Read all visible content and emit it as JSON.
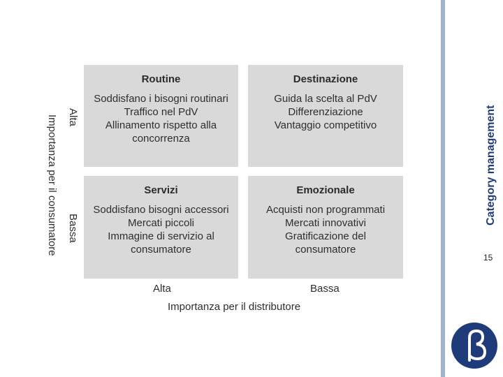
{
  "matrix": {
    "cells": [
      {
        "title": "Routine",
        "lines": [
          "Soddisfano i bisogni routinari",
          "Traffico nel PdV",
          "Allinamento rispetto alla",
          "concorrenza"
        ]
      },
      {
        "title": "Destinazione",
        "lines": [
          "Guida la scelta al PdV",
          "Differenziazione",
          "Vantaggio competitivo"
        ]
      },
      {
        "title": "Servizi",
        "lines": [
          "Soddisfano bisogni accessori",
          "Mercati piccoli",
          "Immagine di servizio al",
          "consumatore"
        ]
      },
      {
        "title": "Emozionale",
        "lines": [
          "Acquisti non programmati",
          "Mercati innovativi",
          "Gratificazione del",
          "consumatore"
        ]
      }
    ],
    "x_axis": {
      "low": "Alta",
      "high": "Bassa",
      "title": "Importanza per il distributore"
    },
    "y_axis": {
      "top": "Alta",
      "bottom": "Bassa",
      "title": "Importanza per il consumatore"
    }
  },
  "sidebar": {
    "title": "Category management",
    "page_number": "15"
  },
  "colors": {
    "cell_bg": "#d9d9d9",
    "sidebar_bar": "#a3b3c9",
    "brand": "#1f3b7a"
  },
  "logo": {
    "icon": "beta-logo-icon"
  }
}
